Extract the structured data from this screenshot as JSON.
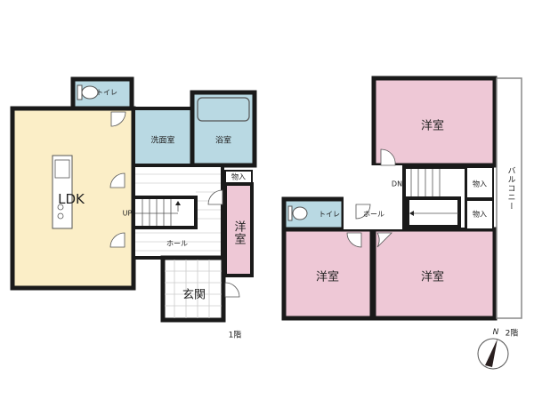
{
  "colors": {
    "wall": "#1a1a1a",
    "ldk": "#fbeec7",
    "wet": "#b9d9e3",
    "bedroom": "#eec8d6",
    "hall": "#ffffff",
    "balcony": "#ffffff"
  },
  "floor1": {
    "label": "1階",
    "rooms": {
      "ldk": "LDK",
      "toilet": "トイレ",
      "washroom": "洗面室",
      "bath": "浴室",
      "storage": "物入",
      "western": "洋室",
      "hall": "ホール",
      "entrance": "玄関",
      "stairs_up": "UP"
    }
  },
  "floor2": {
    "label": "2階",
    "rooms": {
      "western_top": "洋室",
      "western_left": "洋室",
      "western_right": "洋室",
      "toilet": "トイレ",
      "hall": "ホール",
      "storage_1": "物入",
      "storage_2": "物入",
      "balcony": "バルコニー",
      "stairs_down": "DN"
    }
  },
  "compass": {
    "label": "N"
  }
}
